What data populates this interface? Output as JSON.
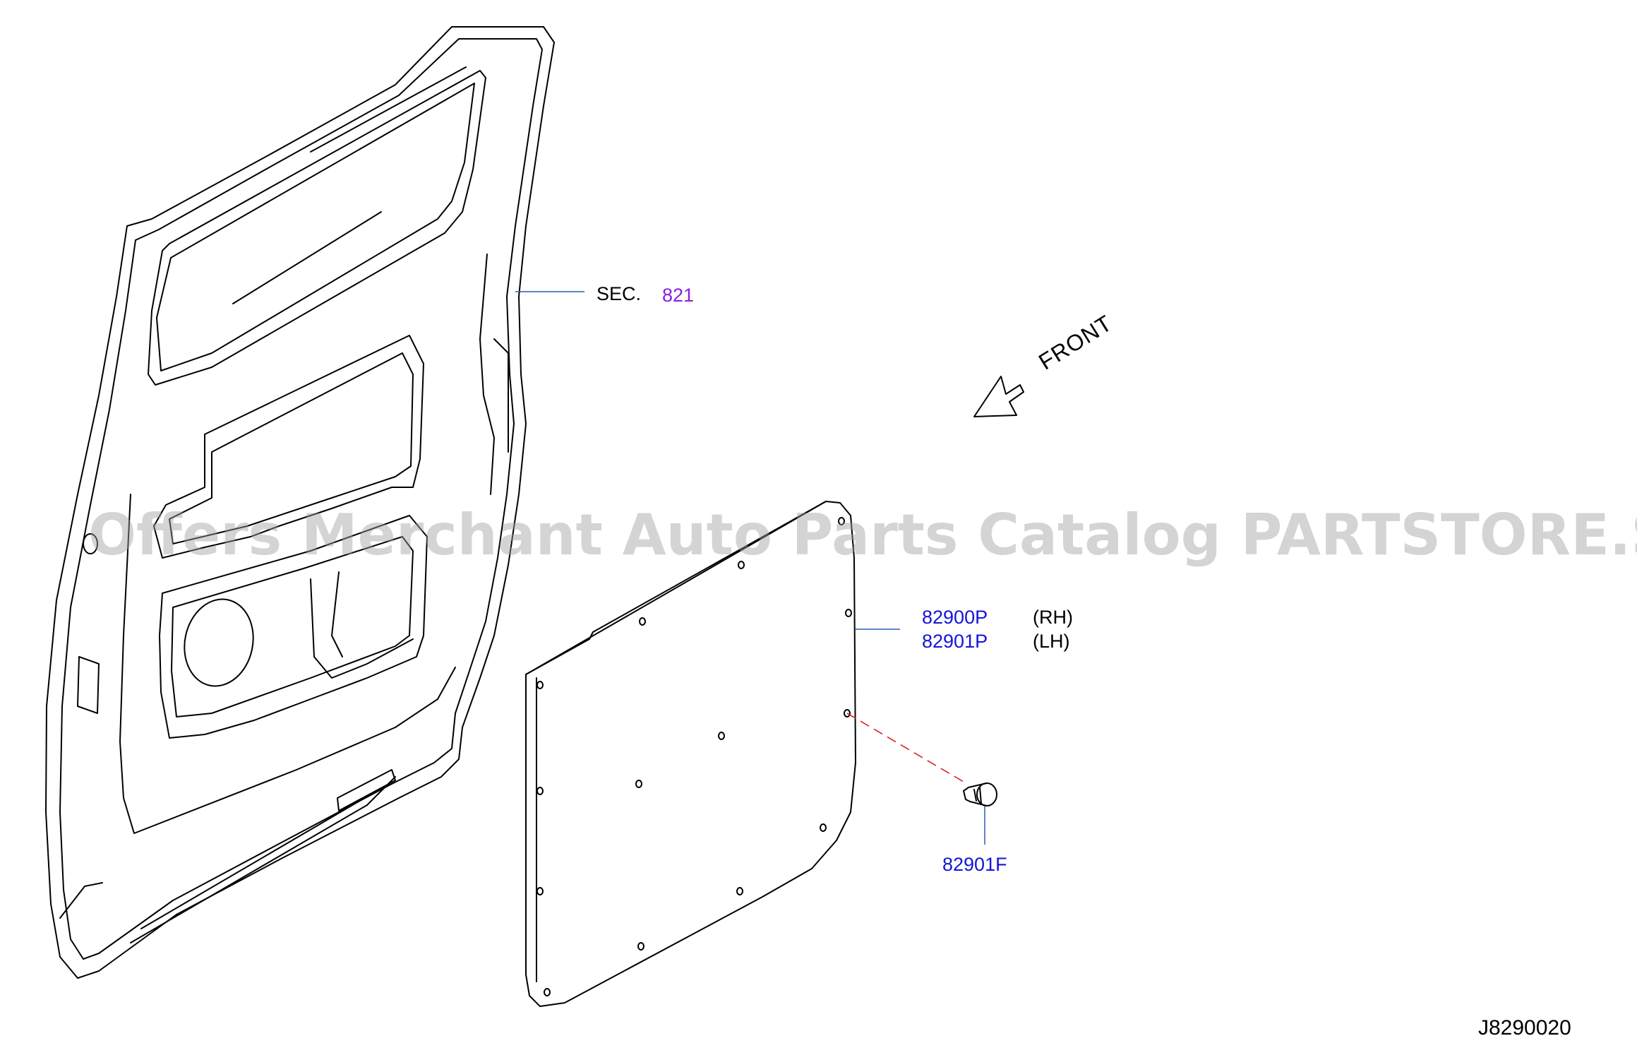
{
  "labels": {
    "sec_prefix": "SEC.",
    "sec_number": "821",
    "part_rh": "82900P",
    "side_rh": "(RH)",
    "part_lh": "82901P",
    "side_lh": "(LH)",
    "clip_part": "82901F",
    "front": "FRONT",
    "diagram_code": "J8290020"
  },
  "watermark": "Offers Merchant Auto Parts Catalog PARTSTORE.SA",
  "colors": {
    "line": "#000000",
    "part_number": "#1414d8",
    "section_number": "#8a1ee0",
    "leader": "#2a5db0",
    "dashed_leader": "#e02020",
    "watermark": "#a0a0a0"
  }
}
